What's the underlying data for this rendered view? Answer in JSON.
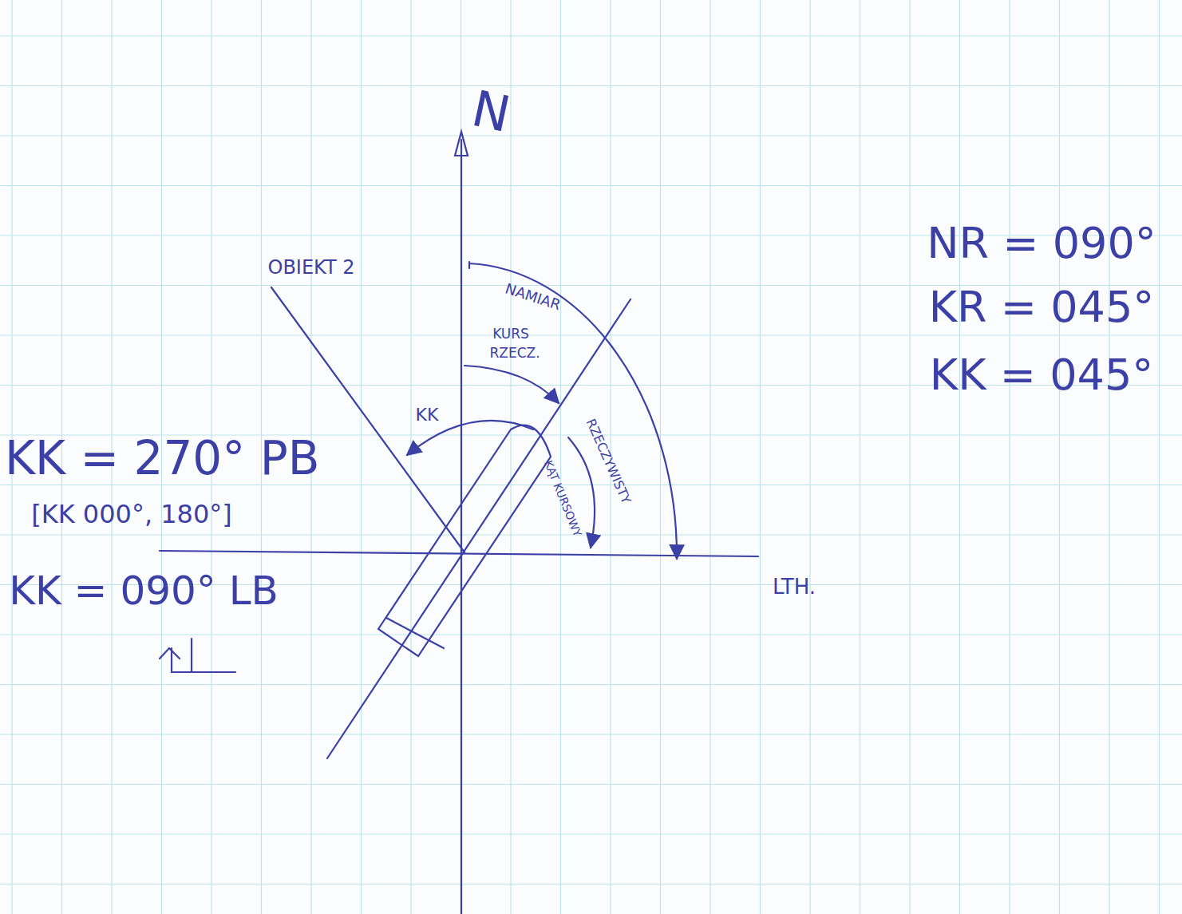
{
  "diagram": {
    "labels": [
      "N",
      "OBIEKT 2",
      "NAMIAR",
      "RZECZYWISTY",
      "KURS",
      "RZECZ.",
      "KK",
      "KĄT KURSOWY",
      "LTH.",
      "KK = 270° PB",
      "[KK 000°, 180°]",
      "KK = 090° LB",
      "NR = 090°",
      "KR = 045°",
      "KK = 045°"
    ]
  }
}
